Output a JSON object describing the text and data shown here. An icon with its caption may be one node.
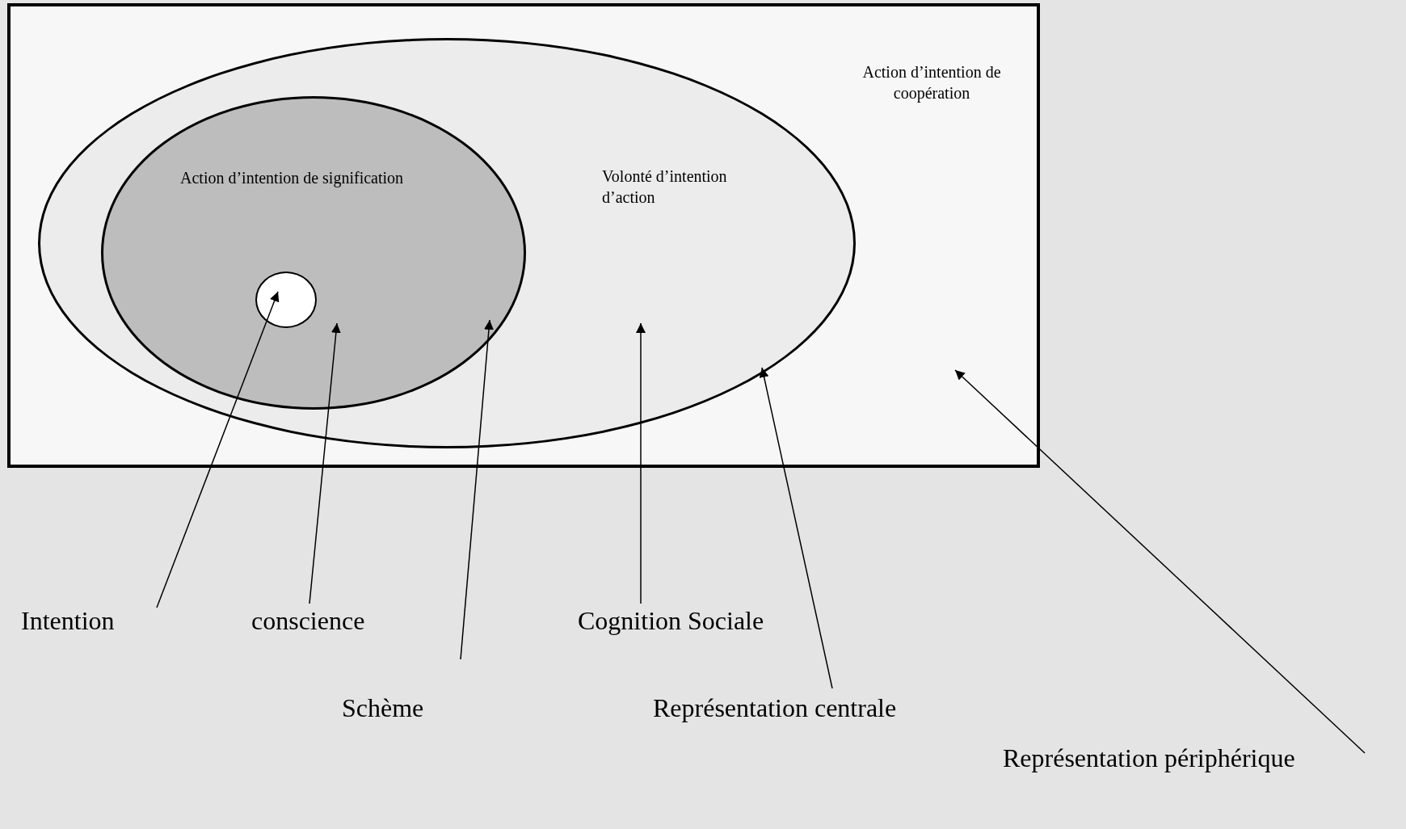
{
  "diagram": {
    "nodes": [
      {
        "text": [
          "Action d’intention de coopération"
        ]
      },
      {
        "text": [
          "Volonté d’intention d’action"
        ],
        "in": 0
      },
      {
        "text": [
          "Action d’intention de signification"
        ],
        "in": 1
      },
      {
        "text": [],
        "shape": "circle",
        "in": 2
      },
      {
        "text": [
          "Intention"
        ]
      },
      {
        "text": [
          "conscience"
        ]
      },
      {
        "text": [
          "Schème"
        ]
      },
      {
        "text": [
          "Cognition Sociale"
        ]
      },
      {
        "text": [
          "Représentation centrale"
        ]
      },
      {
        "text": [
          "Représentation périphérique"
        ]
      }
    ],
    "edges": [
      {
        "from": 4,
        "to": 3,
        "arrow": "to"
      },
      {
        "from": 5,
        "to": 2,
        "arrow": "to"
      },
      {
        "from": 6,
        "to": 2,
        "arrow": "to"
      },
      {
        "from": 7,
        "to": 1,
        "arrow": "to"
      },
      {
        "from": 8,
        "to": 1,
        "arrow": "to"
      },
      {
        "from": 9,
        "to": 0,
        "arrow": "to"
      }
    ]
  }
}
